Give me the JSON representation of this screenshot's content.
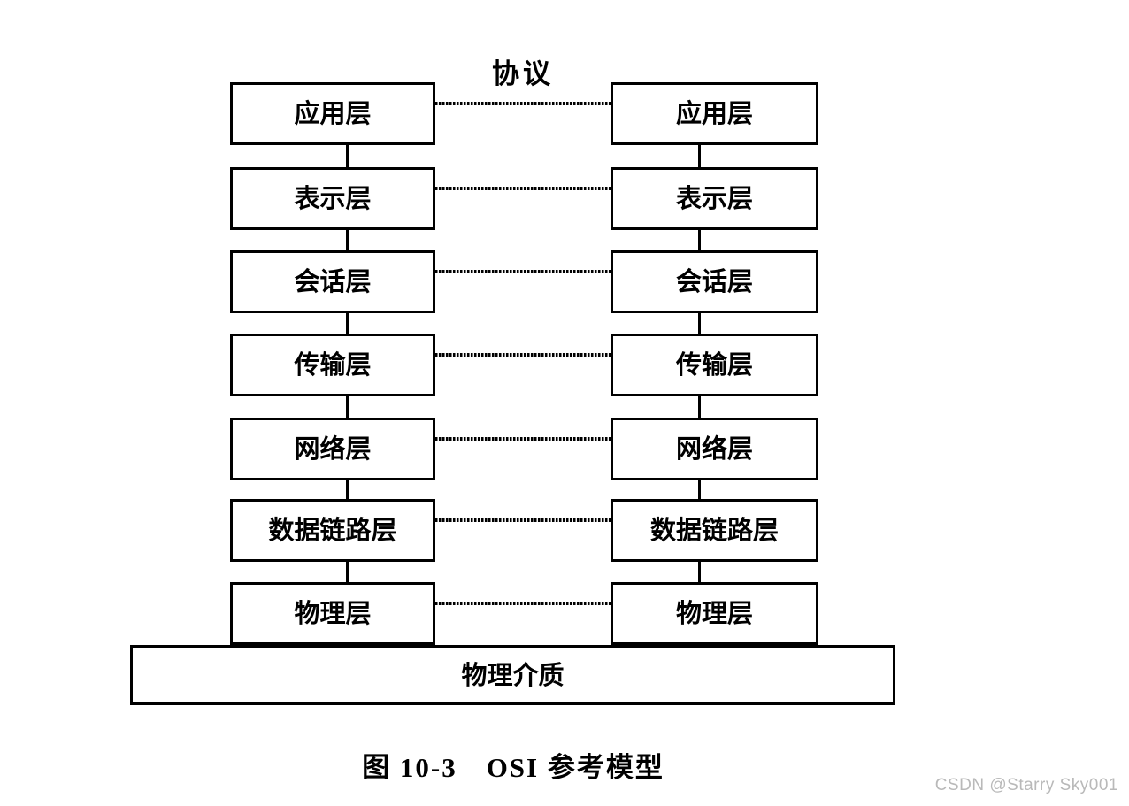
{
  "diagram": {
    "protocol_label": "协议",
    "layers": [
      "应用层",
      "表示层",
      "会话层",
      "传输层",
      "网络层",
      "数据链路层",
      "物理层"
    ],
    "medium_label": "物理介质",
    "caption": "图 10-3　OSI 参考模型",
    "watermark": "CSDN @Starry Sky001",
    "colors": {
      "line": "#000000",
      "text": "#000000",
      "background": "#ffffff",
      "watermark": "#b9b9b9"
    }
  }
}
